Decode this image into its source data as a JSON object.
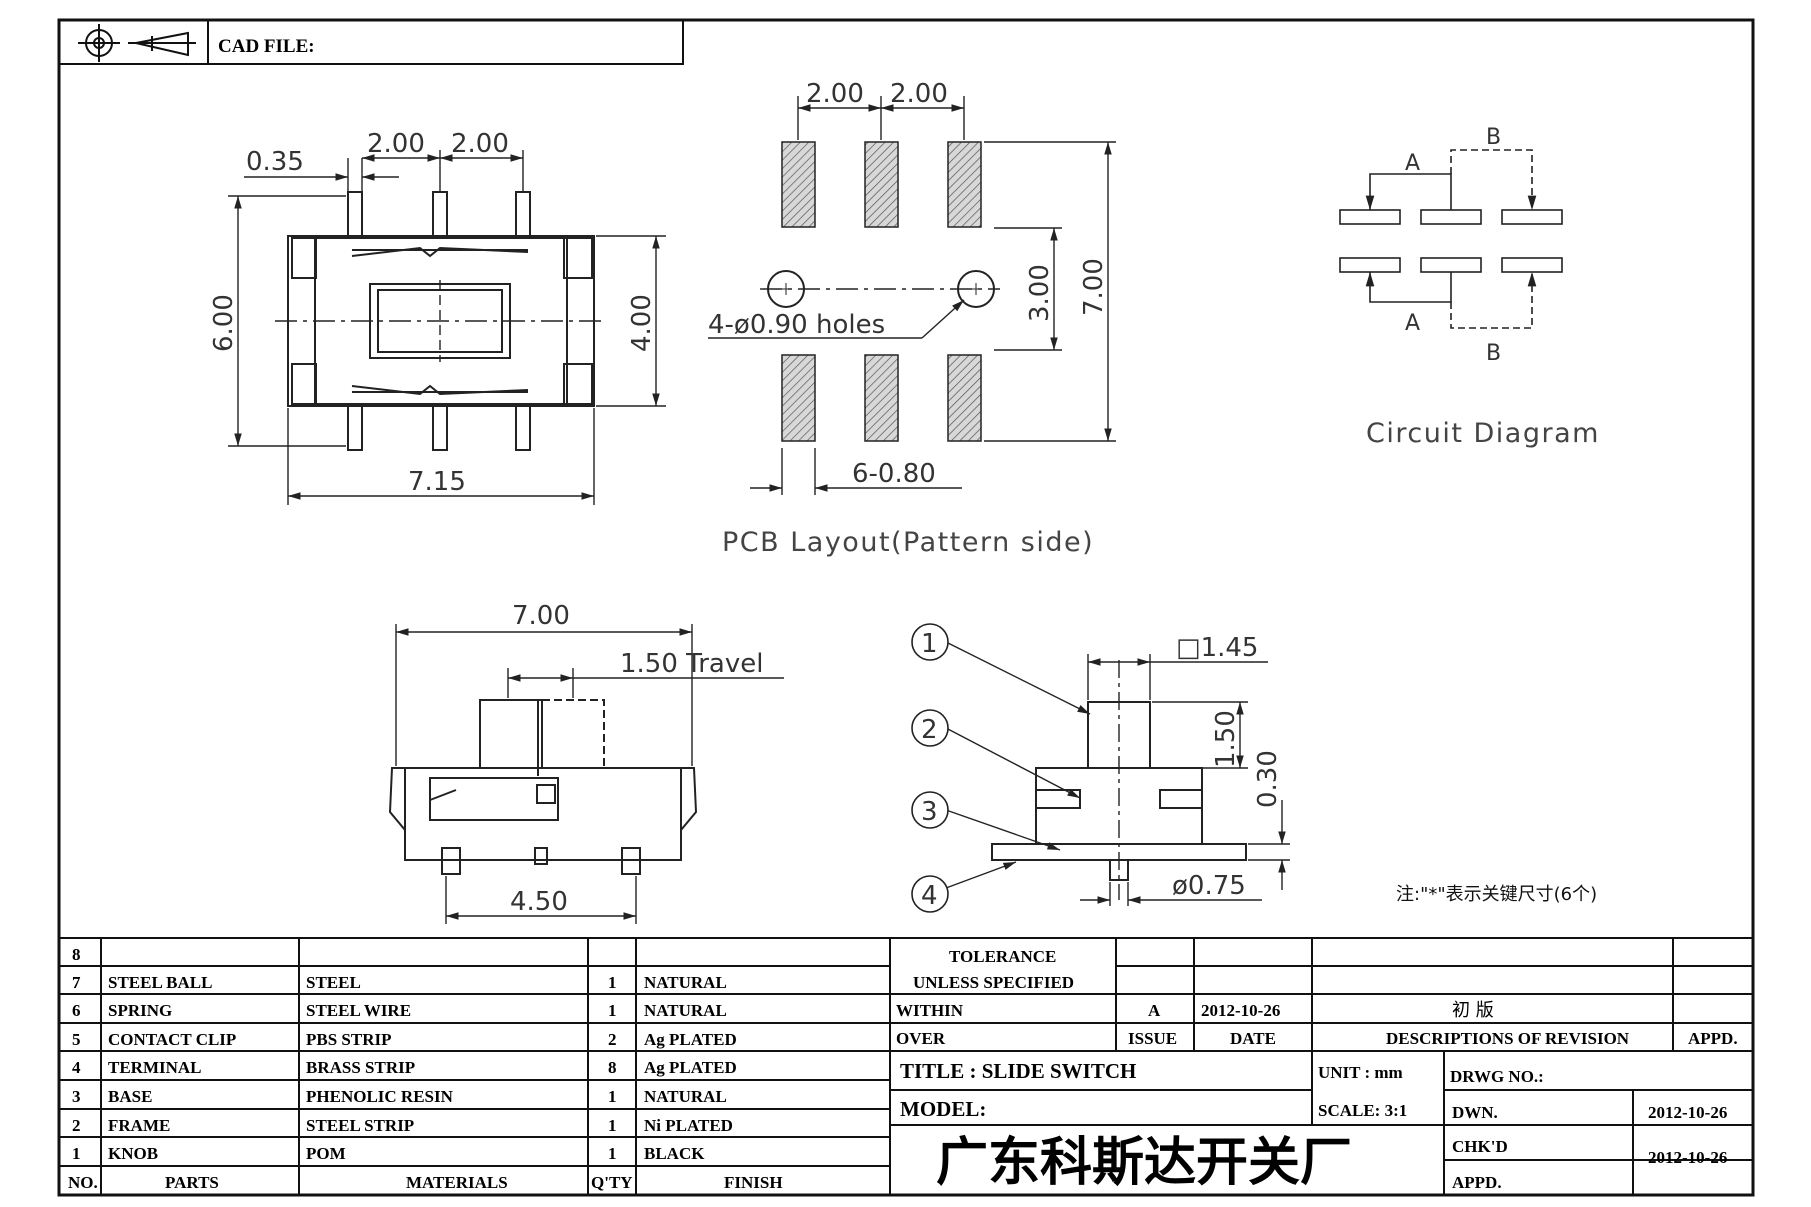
{
  "header": {
    "cad_file_label": "CAD FILE:"
  },
  "top_view": {
    "dims": {
      "pin_width": "0.35",
      "pitch_left": "2.00",
      "pitch_right": "2.00",
      "height": "6.00",
      "body_height": "4.00",
      "width": "7.15"
    }
  },
  "pcb_view": {
    "dims": {
      "pitch_left": "2.00",
      "pitch_right": "2.00",
      "hole_spacing": "3.00",
      "overall": "7.00",
      "holes": "4-ø0.90 holes",
      "pad_width": "6-0.80"
    },
    "caption": "PCB Layout(Pattern side)"
  },
  "circuit": {
    "label_a": "A",
    "label_b": "B",
    "caption": "Circuit Diagram"
  },
  "side_view": {
    "dims": {
      "width": "7.00",
      "travel": "1.50 Travel",
      "pin_span": "4.50"
    }
  },
  "end_view": {
    "balloons": [
      "1",
      "2",
      "3",
      "4"
    ],
    "dims": {
      "knob_size": "□1.45",
      "knob_height": "1.50",
      "base_gap": "0.30",
      "pin_dia": "ø0.75"
    }
  },
  "note": "注:\"*\"表示关键尺寸(6个)",
  "bom": {
    "rows": [
      {
        "no": "8",
        "part": "",
        "material": "",
        "qty": "",
        "finish": ""
      },
      {
        "no": "7",
        "part": "STEEL BALL",
        "material": "STEEL",
        "qty": "1",
        "finish": "NATURAL"
      },
      {
        "no": "6",
        "part": "SPRING",
        "material": "STEEL WIRE",
        "qty": "1",
        "finish": "NATURAL"
      },
      {
        "no": "5",
        "part": "CONTACT CLIP",
        "material": "PBS STRIP",
        "qty": "2",
        "finish": "Ag PLATED"
      },
      {
        "no": "4",
        "part": "TERMINAL",
        "material": "BRASS STRIP",
        "qty": "8",
        "finish": "Ag PLATED"
      },
      {
        "no": "3",
        "part": "BASE",
        "material": "PHENOLIC RESIN",
        "qty": "1",
        "finish": "NATURAL"
      },
      {
        "no": "2",
        "part": "FRAME",
        "material": "STEEL STRIP",
        "qty": "1",
        "finish": "Ni PLATED"
      },
      {
        "no": "1",
        "part": "KNOB",
        "material": "POM",
        "qty": "1",
        "finish": "BLACK"
      }
    ],
    "headers": {
      "no": "NO.",
      "parts": "PARTS",
      "materials": "MATERIALS",
      "qty": "Q'TY",
      "finish": "FINISH"
    }
  },
  "title_block": {
    "tolerance": "TOLERANCE",
    "unless": "UNLESS  SPECIFIED",
    "within": "WITHIN",
    "over": "OVER",
    "rev_issue": "A",
    "rev_date": "2012-10-26",
    "rev_desc": "初 版",
    "h_issue": "ISSUE",
    "h_date": "DATE",
    "h_desc": "DESCRIPTIONS OF REVISION",
    "h_appd": "APPD.",
    "title": "TITLE : SLIDE SWITCH",
    "unit": "UNIT :  mm",
    "drwg_no": "DRWG NO.:",
    "model": "MODEL:",
    "scale": "SCALE:  3:1",
    "dwn": "DWN.",
    "dwn_date": "2012-10-26",
    "chkd": "CHK'D",
    "chkd_date": "2012-10-26",
    "appd": "APPD.",
    "company": "广东科斯达开关厂"
  }
}
